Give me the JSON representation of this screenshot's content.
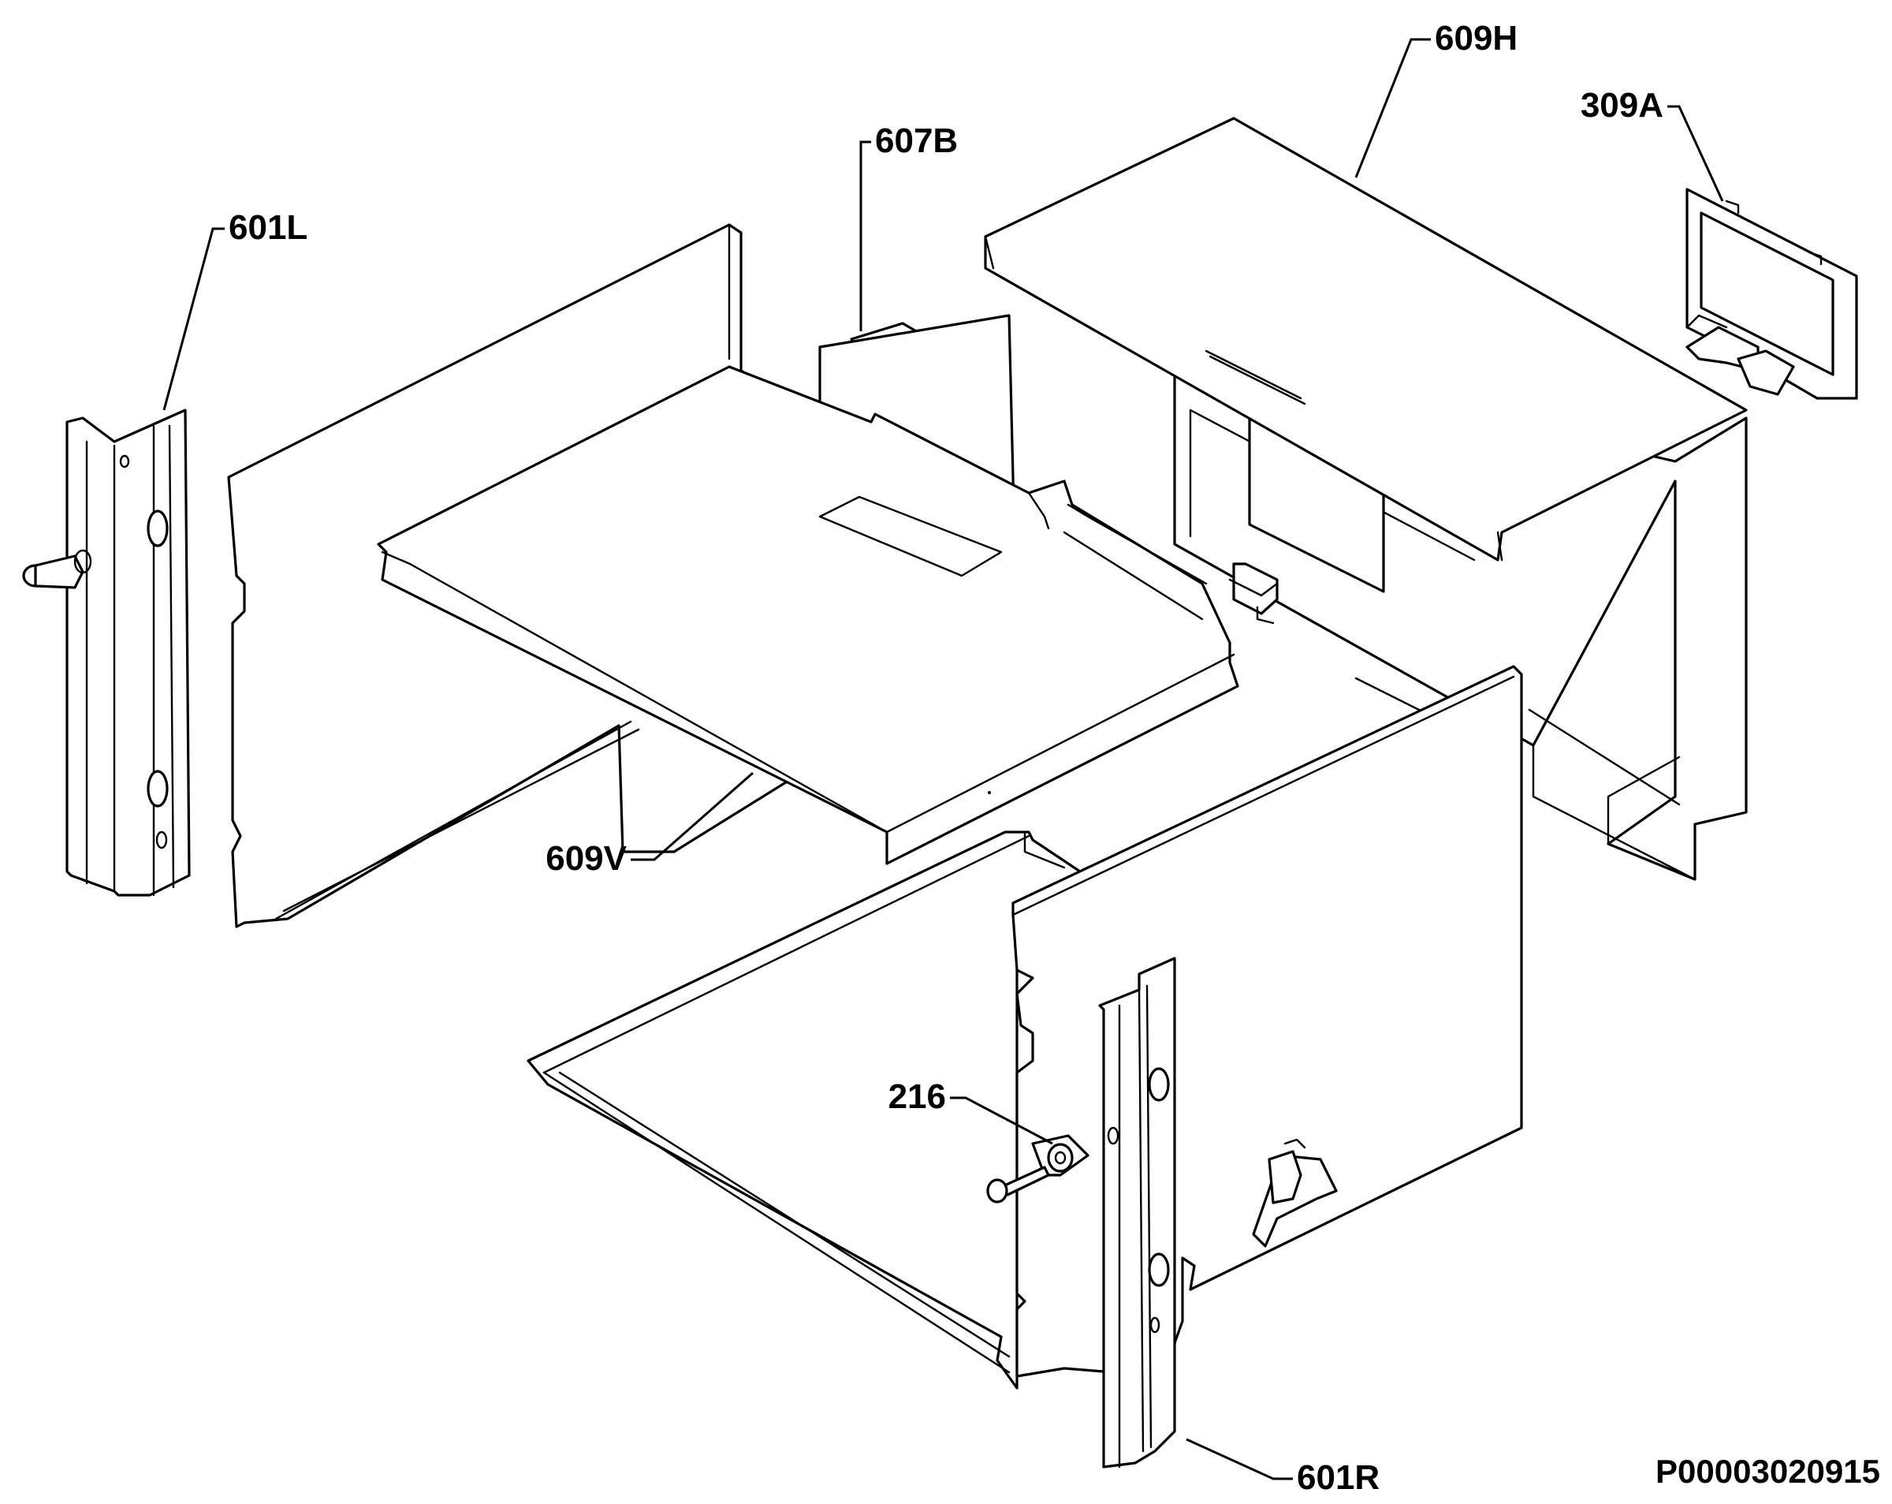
{
  "diagram": {
    "callouts": [
      {
        "id": "601L",
        "label": "601L"
      },
      {
        "id": "607B",
        "label": "607B"
      },
      {
        "id": "609H",
        "label": "609H"
      },
      {
        "id": "309A",
        "label": "309A"
      },
      {
        "id": "609V",
        "label": "609V"
      },
      {
        "id": "216",
        "label": "216"
      },
      {
        "id": "601R",
        "label": "601R"
      }
    ],
    "drawing_number": "P00003020915"
  },
  "colors": {
    "line": "#000000",
    "background": "#ffffff"
  }
}
